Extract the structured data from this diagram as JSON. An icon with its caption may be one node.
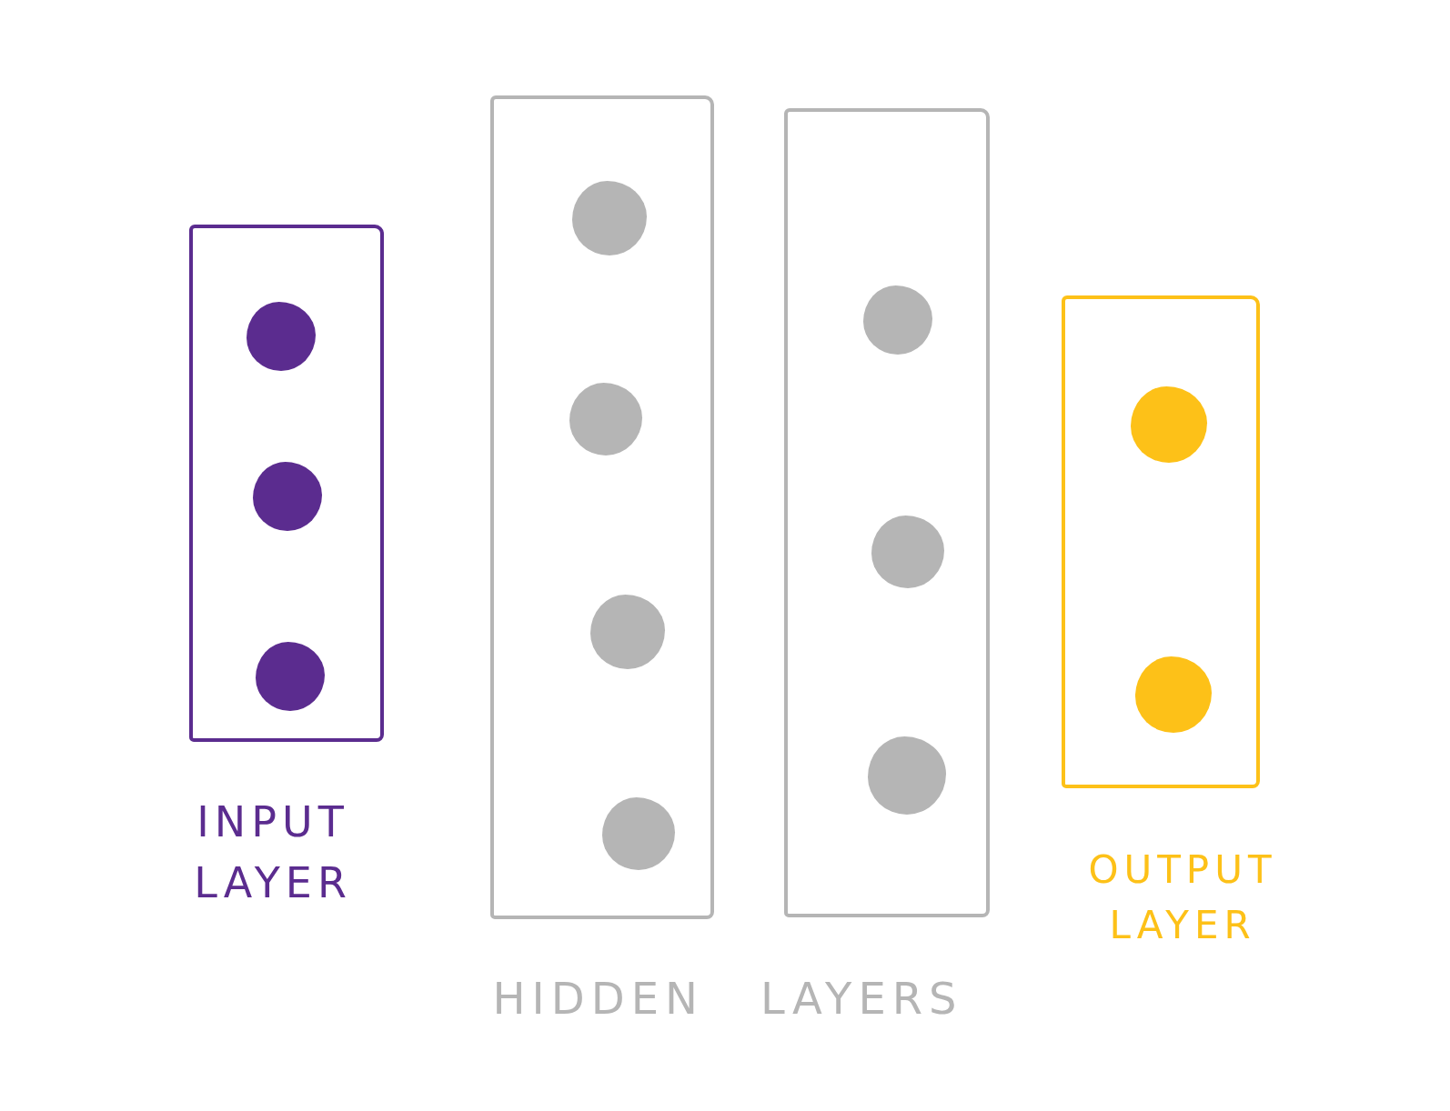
{
  "diagram": {
    "nodes": [
      {
        "text": [
          "INPUT LAYER"
        ]
      },
      {
        "text": [],
        "shape": "circle",
        "in": 0
      },
      {
        "text": [],
        "shape": "circle",
        "in": 0
      },
      {
        "text": [],
        "shape": "circle",
        "in": 0
      },
      {
        "text": [],
        "shape": "box"
      },
      {
        "text": [],
        "shape": "circle",
        "in": 4
      },
      {
        "text": [],
        "shape": "circle",
        "in": 4
      },
      {
        "text": [],
        "shape": "circle",
        "in": 4
      },
      {
        "text": [],
        "shape": "circle",
        "in": 4
      },
      {
        "text": [],
        "shape": "box"
      },
      {
        "text": [],
        "shape": "circle",
        "in": 9
      },
      {
        "text": [],
        "shape": "circle",
        "in": 9
      },
      {
        "text": [],
        "shape": "circle",
        "in": 9
      },
      {
        "text": [
          "OUTPUT LAYER"
        ]
      },
      {
        "text": [],
        "shape": "circle",
        "in": 13
      },
      {
        "text": [],
        "shape": "circle",
        "in": 13
      }
    ],
    "labels": [
      "HIDDEN LAYERS"
    ]
  }
}
